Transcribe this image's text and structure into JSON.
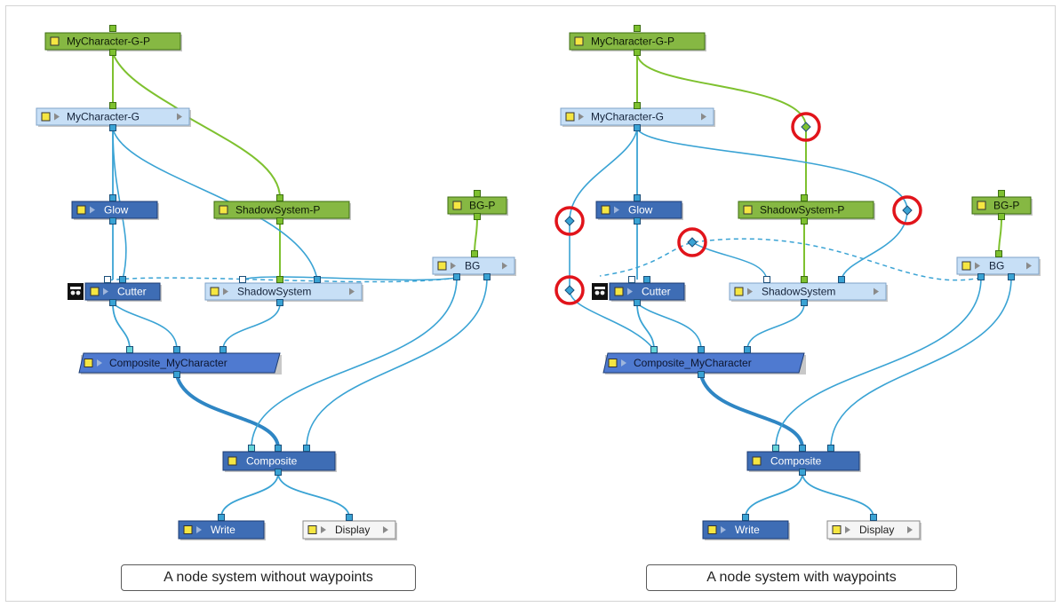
{
  "colors": {
    "green_node": "#86b843",
    "light_blue_node": "#c7dff6",
    "dark_blue_node": "#3e6db5",
    "composite_node": "#4f7ad0",
    "white_node": "#f5f5f5",
    "green_link": "#7ec12f",
    "blue_link": "#3aa3d4",
    "thick_link": "#2f86c4",
    "waypoint_circle": "#e1141b",
    "enable_box": "#f5e642"
  },
  "panels": [
    {
      "caption": "A node system without waypoints",
      "nodes": {
        "mycharacter_gp": {
          "label": "MyCharacter-G-P",
          "style": "green"
        },
        "mycharacter_g": {
          "label": "MyCharacter-G",
          "style": "light"
        },
        "glow": {
          "label": "Glow",
          "style": "dark"
        },
        "shadowsystem_p": {
          "label": "ShadowSystem-P",
          "style": "green"
        },
        "bg_p": {
          "label": "BG-P",
          "style": "green"
        },
        "bg": {
          "label": "BG",
          "style": "light"
        },
        "cutter": {
          "label": "Cutter",
          "style": "dark"
        },
        "shadowsystem": {
          "label": "ShadowSystem",
          "style": "light"
        },
        "composite_mycharacter": {
          "label": "Composite_MyCharacter",
          "style": "composite"
        },
        "composite": {
          "label": "Composite",
          "style": "dark"
        },
        "write": {
          "label": "Write",
          "style": "dark"
        },
        "display": {
          "label": "Display",
          "style": "white"
        }
      },
      "waypoints": []
    },
    {
      "caption": "A node system with waypoints",
      "nodes": {
        "mycharacter_gp": {
          "label": "MyCharacter-G-P",
          "style": "green"
        },
        "mycharacter_g": {
          "label": "MyCharacter-G",
          "style": "light"
        },
        "glow": {
          "label": "Glow",
          "style": "dark"
        },
        "shadowsystem_p": {
          "label": "ShadowSystem-P",
          "style": "green"
        },
        "bg_p": {
          "label": "BG-P",
          "style": "green"
        },
        "bg": {
          "label": "BG",
          "style": "light"
        },
        "cutter": {
          "label": "Cutter",
          "style": "dark"
        },
        "shadowsystem": {
          "label": "ShadowSystem",
          "style": "light"
        },
        "composite_mycharacter": {
          "label": "Composite_MyCharacter",
          "style": "composite"
        },
        "composite": {
          "label": "Composite",
          "style": "dark"
        },
        "write": {
          "label": "Write",
          "style": "dark"
        },
        "display": {
          "label": "Display",
          "style": "white"
        }
      },
      "waypoints": [
        "w1",
        "w2",
        "w3",
        "w4",
        "w5"
      ]
    }
  ]
}
